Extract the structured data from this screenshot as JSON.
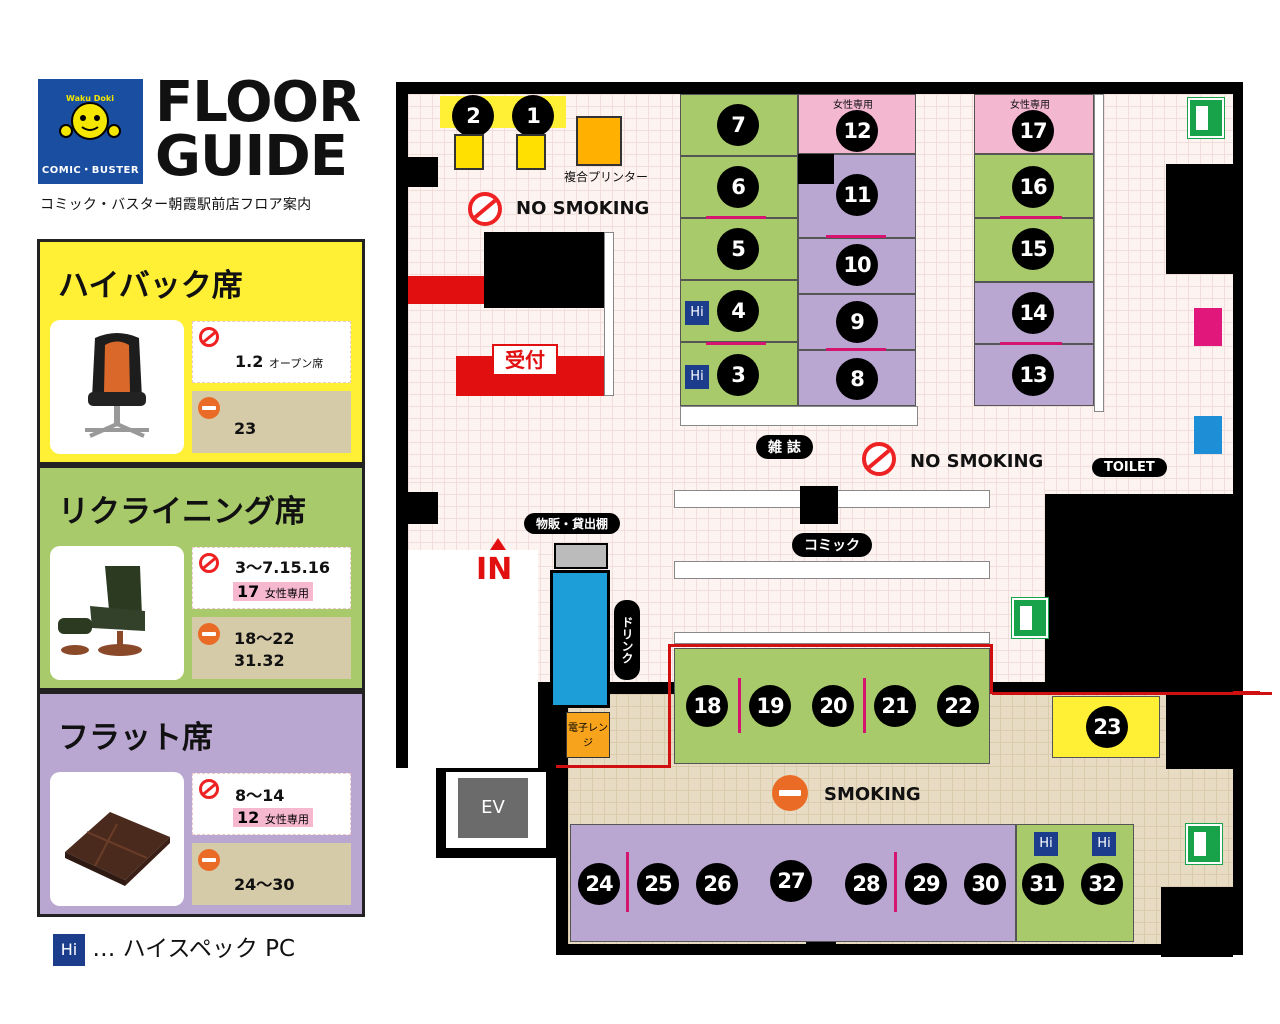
{
  "header": {
    "logo_text": "COMIC・BUSTER",
    "logo_mark": "Waku Doki",
    "title_line1": "FLOOR",
    "title_line2": "GUIDE",
    "subtitle": "コミック・バスター朝霞駅前店フロア案内"
  },
  "legend": [
    {
      "title": "ハイバック席",
      "nonsmoking": "1.2",
      "nonsmoking_note": "オープン席",
      "smoking": "23"
    },
    {
      "title": "リクライニング席",
      "nonsmoking": "3〜7.15.16",
      "women_num": "17",
      "women_note": "女性専用",
      "smoking_line1": "18〜22",
      "smoking_line2": "31.32"
    },
    {
      "title": "フラット席",
      "nonsmoking": "8〜14",
      "women_num": "12",
      "women_note": "女性専用",
      "smoking": "24〜30"
    }
  ],
  "hi_legend": {
    "badge": "Hi",
    "text": "… ハイスペック PC"
  },
  "map": {
    "printer": "複合プリンター",
    "no_smoking_1": "NO SMOKING",
    "no_smoking_2": "NO SMOKING",
    "reception": "受付",
    "women_only": "女性専用",
    "magazines": "雑 誌",
    "comics": "コミック",
    "goods": "物販・貸出棚",
    "drink": "ドリンク",
    "microwave": "電子レンジ",
    "entrance": "IN",
    "elevator": "EV",
    "smoking": "SMOKING",
    "toilet": "TOILET",
    "hi": "Hi",
    "seats": [
      "1",
      "2",
      "3",
      "4",
      "5",
      "6",
      "7",
      "8",
      "9",
      "10",
      "11",
      "12",
      "13",
      "14",
      "15",
      "16",
      "17",
      "18",
      "19",
      "20",
      "21",
      "22",
      "23",
      "24",
      "25",
      "26",
      "27",
      "28",
      "29",
      "30",
      "31",
      "32"
    ]
  },
  "colors": {
    "yellow": "#fff036",
    "green": "#a9ca6a",
    "purple": "#b9a7d2",
    "pink": "#f3b7d0",
    "logo_blue": "#1a4ea0",
    "smoking_orange": "#ea6b26",
    "no_smoking_red": "#e22"
  }
}
